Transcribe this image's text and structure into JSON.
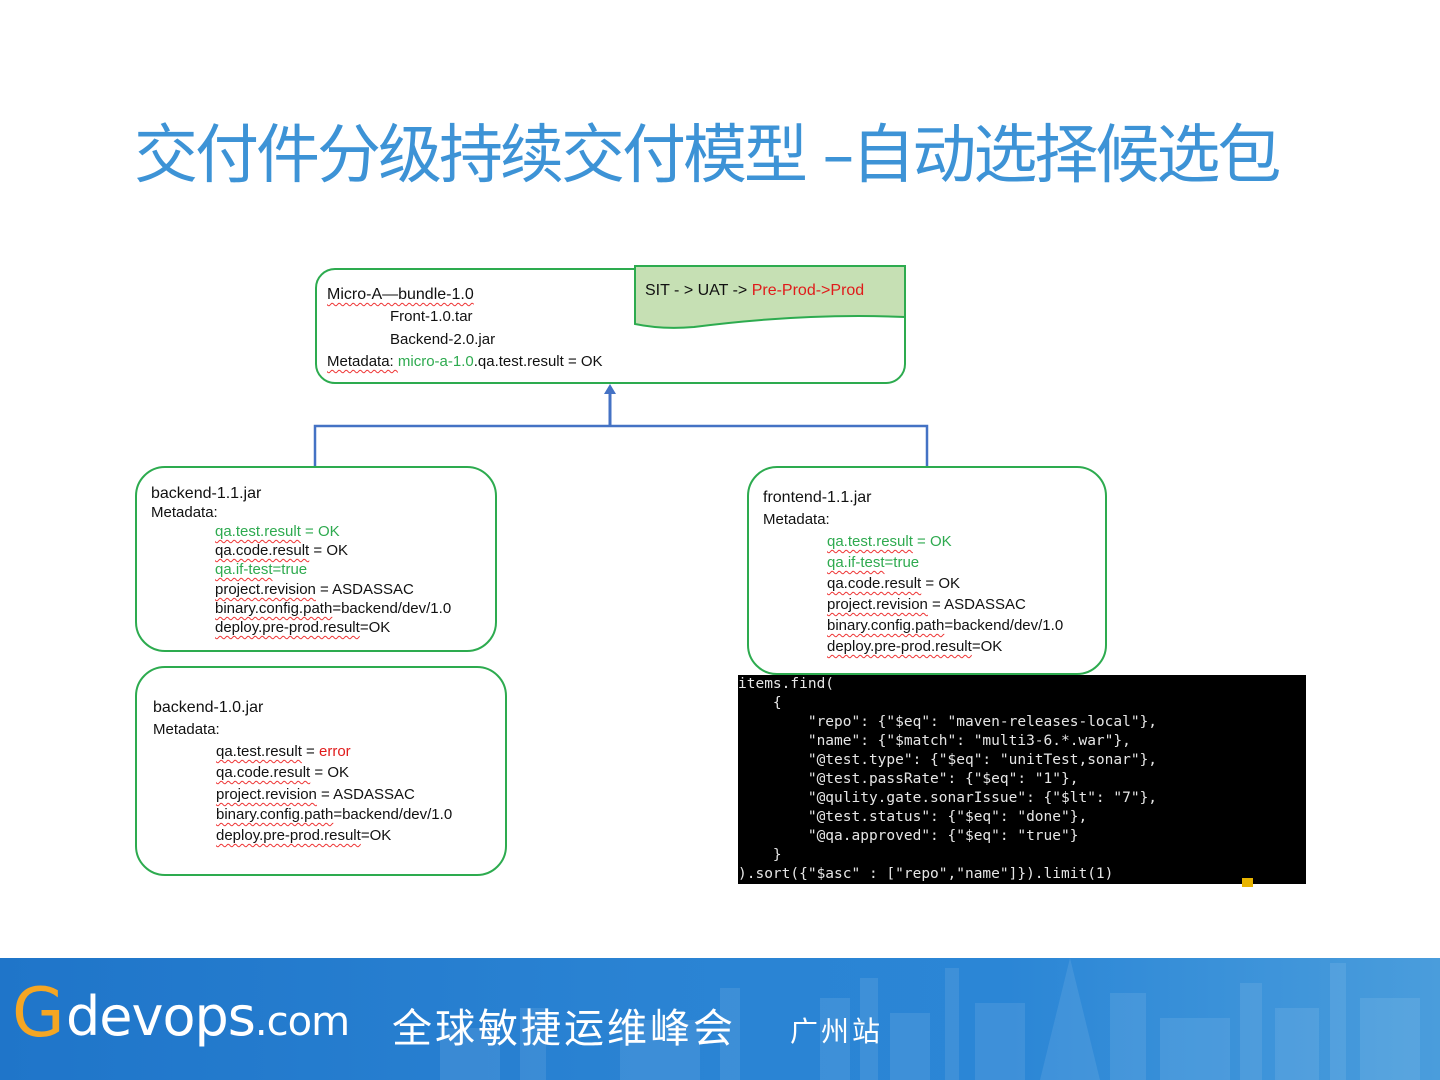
{
  "title": "交付件分级持续交付模型 –自动选择候选包",
  "bundle": {
    "name": "Micro-A—bundle-1.0",
    "files": [
      "Front-1.0.tar",
      "Backend-2.0.jar"
    ],
    "metadata_label": "Metadata: ",
    "metadata_key": "micro-a-1.0",
    "metadata_rest": ".qa.test.result = OK"
  },
  "stages": {
    "prefix": "SIT - > UAT -> ",
    "highlight": "Pre-Prod->Prod",
    "highlight_color": "#e01b1b"
  },
  "backend_11": {
    "name": "backend-1.1.jar",
    "metadata_label": "Metadata:",
    "l1_key": "qa.test.result",
    "l1_rest": " = OK",
    "l2_key": "qa.code.result",
    "l2_rest": " = OK",
    "l3_key": "qa.if-test",
    "l3_rest": "=true",
    "l4_key": "project.revision",
    "l4_rest": " = ASDASSAC",
    "l5_key": "binary.config.path",
    "l5_rest": "=backend/dev/1.0",
    "l6_key": "deploy.pre-prod.result",
    "l6_rest": "=OK"
  },
  "frontend_11": {
    "name": "frontend-1.1.jar",
    "metadata_label": "Metadata:",
    "l1_key": "qa.test.result",
    "l1_rest": " = OK",
    "l2_key": "qa.if-test",
    "l2_rest": "=true",
    "l3_key": "qa.code.result",
    "l3_rest": " = OK",
    "l4_key": "project.revision",
    "l4_rest": " = ASDASSAC",
    "l5_key": "binary.config.path",
    "l5_rest": "=backend/dev/1.0",
    "l6_key": "deploy.pre-prod.result",
    "l6_rest": "=OK"
  },
  "backend_10": {
    "name": "backend-1.0.jar",
    "metadata_label": "Metadata:",
    "l1_key": "qa.test.result",
    "l1_eq": " = ",
    "l1_val": "error",
    "l2_key": "qa.code.result",
    "l2_rest": " = OK",
    "l3_key": "project.revision",
    "l3_rest": " = ASDASSAC",
    "l4_key": "binary.config.path",
    "l4_rest": "=backend/dev/1.0",
    "l5_key": "deploy.pre-prod.result",
    "l5_rest": "=OK"
  },
  "query_code": [
    "items.find(",
    "    {",
    "        \"repo\": {\"$eq\": \"maven-releases-local\"},",
    "        \"name\": {\"$match\": \"multi3-6.*.war\"},",
    "        \"@test.type\": {\"$eq\": \"unitTest,sonar\"},",
    "        \"@test.passRate\": {\"$eq\": \"1\"},",
    "        \"@qulity.gate.sonarIssue\": {\"$lt\": \"7\"},",
    "        \"@test.status\": {\"$eq\": \"done\"},",
    "        \"@qa.approved\": {\"$eq\": \"true\"}",
    "    }",
    ").sort({\"$asc\" : [\"repo\",\"name\"]}).limit(1)"
  ],
  "colors": {
    "title": "#3d93d6",
    "box_border": "#2dab4f",
    "connector": "#4472c4",
    "ok_green": "#2eaa4f",
    "error_red": "#e01b1b",
    "footer_blue": "#2a83d3",
    "logo_orange": "#f5a623"
  },
  "footer": {
    "logo_g": "G",
    "logo_devops": "devops",
    "logo_com": ".com",
    "subtitle": "全球敏捷运维峰会",
    "city": "广州站"
  }
}
